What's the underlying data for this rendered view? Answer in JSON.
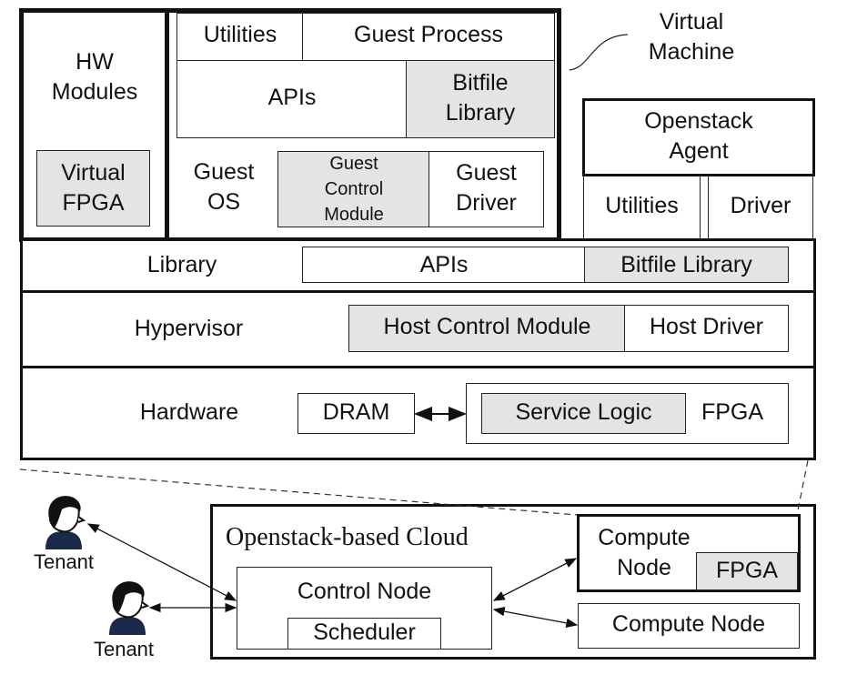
{
  "vm": {
    "label": "Virtual\nMachine",
    "hw_modules": "HW\nModules",
    "virtual_fpga": "Virtual\nFPGA",
    "utilities": "Utilities",
    "guest_process": "Guest Process",
    "apis": "APIs",
    "bitfile_library": "Bitfile\nLibrary",
    "guest_os": "Guest\nOS",
    "guest_control_module": "Guest\nControl\nModule",
    "guest_driver": "Guest\nDriver"
  },
  "agent": {
    "title": "Openstack\nAgent",
    "utilities": "Utilities",
    "driver": "Driver"
  },
  "library_layer": {
    "label": "Library",
    "apis": "APIs",
    "bitfile_library": "Bitfile Library"
  },
  "hypervisor_layer": {
    "label": "Hypervisor",
    "host_control_module": "Host Control Module",
    "host_driver": "Host Driver"
  },
  "hardware_layer": {
    "label": "Hardware",
    "dram": "DRAM",
    "service_logic": "Service Logic",
    "fpga": "FPGA"
  },
  "cloud": {
    "title": "Openstack-based Cloud",
    "control_node": "Control Node",
    "scheduler": "Scheduler",
    "compute_node_fpga": "Compute\nNode",
    "fpga": "FPGA",
    "compute_node": "Compute Node"
  },
  "tenants": [
    "Tenant",
    "Tenant"
  ],
  "colors": {
    "shade": "#e3e4e4",
    "line": "#111111"
  }
}
